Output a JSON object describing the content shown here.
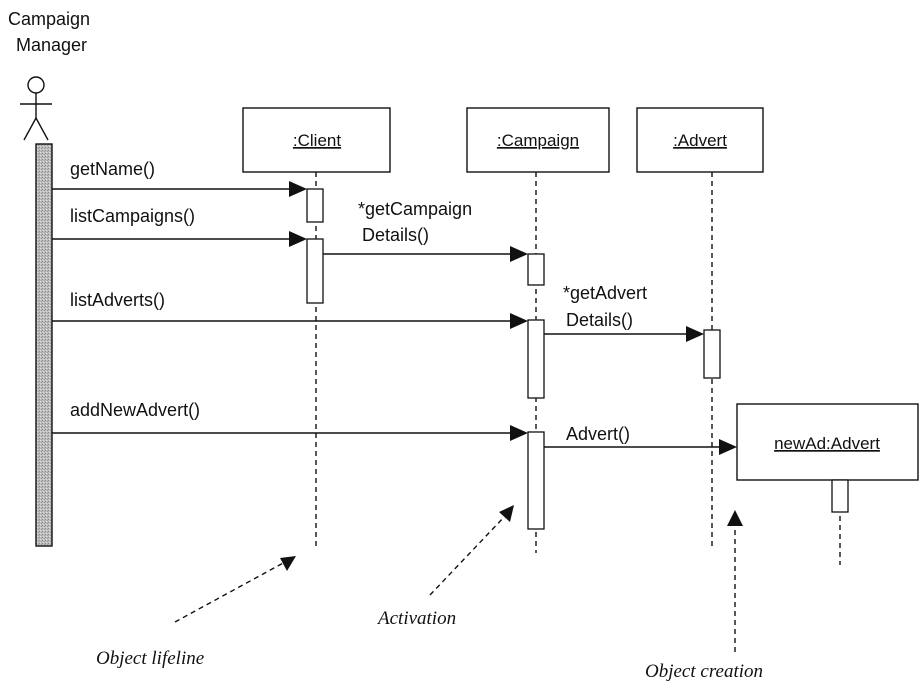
{
  "actor": {
    "name_line1": "Campaign",
    "name_line2": "Manager"
  },
  "objects": {
    "client": ":Client",
    "campaign": ":Campaign",
    "advert": ":Advert",
    "new_ad": "newAd:Advert"
  },
  "messages": {
    "get_name": "getName()",
    "list_campaigns": "listCampaigns()",
    "get_campaign_details_line1": "*getCampaign",
    "get_campaign_details_line2": "Details()",
    "list_adverts": "listAdverts()",
    "get_advert_details_line1": "*getAdvert",
    "get_advert_details_line2": "Details()",
    "add_new_advert": "addNewAdvert()",
    "advert_constructor": "Advert()"
  },
  "annotations": {
    "object_lifeline": "Object lifeline",
    "activation": "Activation",
    "object_creation": "Object creation"
  }
}
